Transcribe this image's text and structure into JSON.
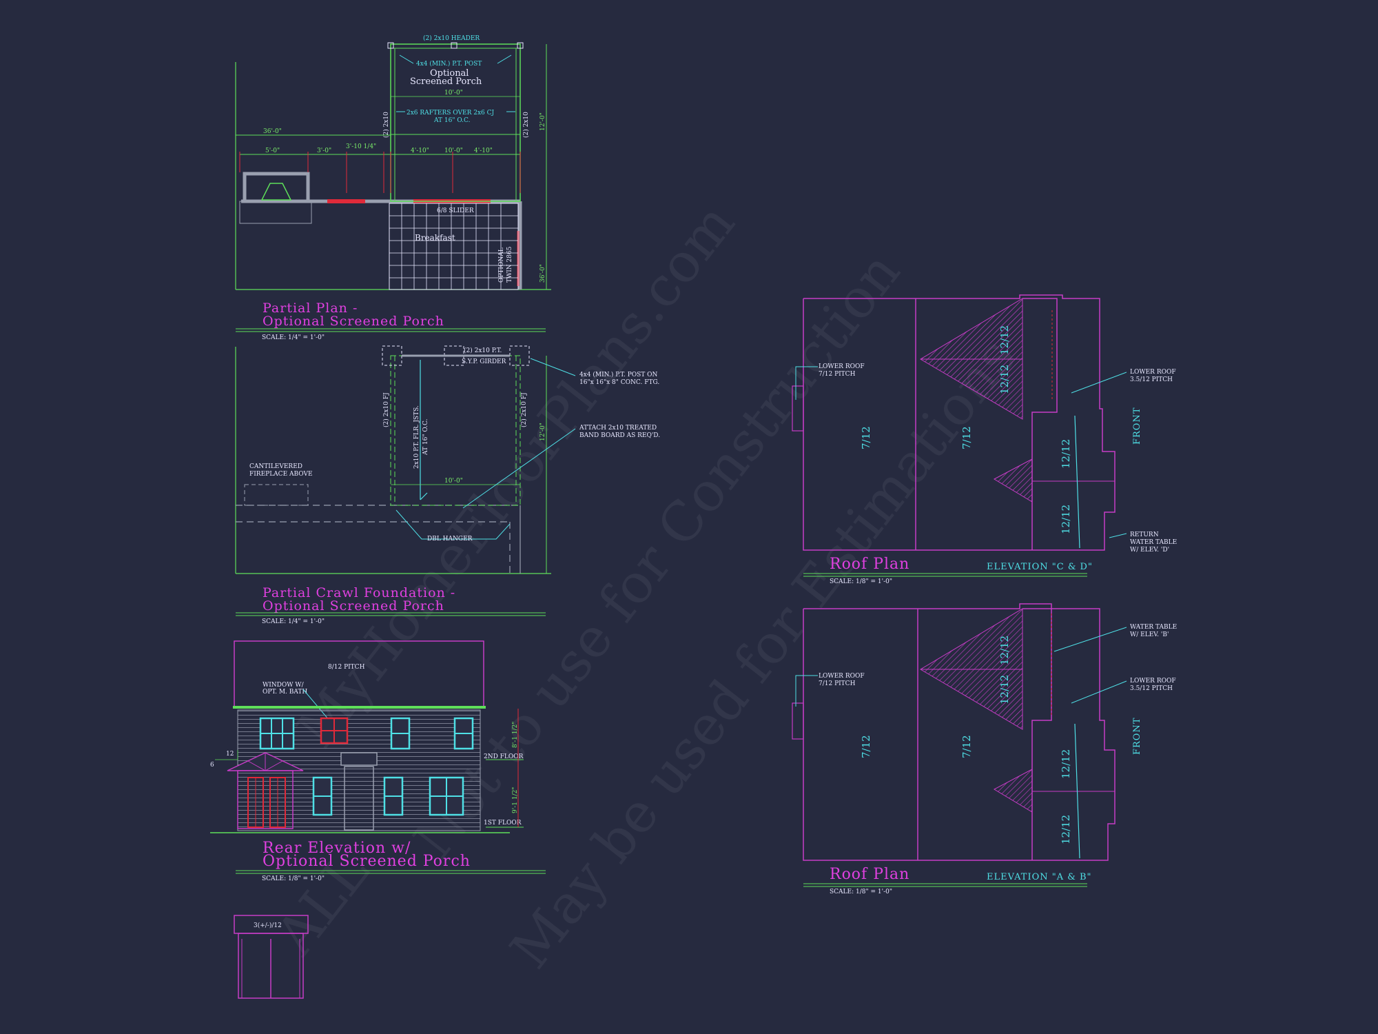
{
  "watermark": {
    "line1": "MyHomeFloorPlans.com",
    "line2": "Not to use for Construction",
    "line3": "May be used for Estimations",
    "line4": "ALL"
  },
  "partial_plan": {
    "title_line1": "Partial Plan -",
    "title_line2": "Optional Screened Porch",
    "scale": "SCALE: 1/4\" = 1'-0\"",
    "header_label": "(2) 2x10 HEADER",
    "post_label": "4x4 (MIN.) P.T. POST",
    "porch_label_line1": "Optional",
    "porch_label_line2": "Screened Porch",
    "rafters_line1": "2x6 RAFTERS OVER 2x6 CJ",
    "rafters_line2": "AT 16\" O.C.",
    "room_label": "Breakfast",
    "slider_label": "6/8 SLIDER",
    "optional_label": "OPTIONAL",
    "twin_label": "TWIN 2865",
    "side_beam_left": "(2) 2x10",
    "side_beam_right": "(2) 2x10",
    "dims": {
      "overall": "36'-0\"",
      "d1": "5'-0\"",
      "d2": "3'-0\"",
      "d3": "3'-10 1/4\"",
      "d4": "4'-10\"",
      "d5": "10'-0\"",
      "d6": "4'-10\"",
      "porch_width": "10'-0\"",
      "porch_depth": "12'-0\"",
      "house_depth": "36'-0\""
    }
  },
  "crawl_plan": {
    "title_line1": "Partial Crawl Foundation -",
    "title_line2": "Optional Screened Porch",
    "scale": "SCALE: 1/4\" = 1'-0\"",
    "girder_line1": "(2) 2x10 P.T.",
    "girder_line2": "S.Y.P. GIRDER",
    "post_note_line1": "4x4 (MIN.) P.T. POST ON",
    "post_note_line2": "16\"x 16\"x 8\" CONC. FTG.",
    "band_note_line1": "ATTACH 2x10 TREATED",
    "band_note_line2": "BAND BOARD AS REQ'D.",
    "joists_line1": "2x10 P.T. FLR. JSTS.",
    "joists_line2": "AT 16\" O.C.",
    "fj_left": "(2) 2x10 FJ",
    "fj_right": "(2) 2x10 FJ",
    "fireplace_line1": "CANTILEVERED",
    "fireplace_line2": "FIREPLACE ABOVE",
    "hanger_label": "DBL HANGER",
    "porch_width": "10'-0\"",
    "porch_depth": "12'-0\""
  },
  "rear_elevation": {
    "title_line1": "Rear Elevation w/",
    "title_line2": "Optional Screened Porch",
    "scale": "SCALE: 1/8\" = 1'-0\"",
    "roof_pitch": "8/12 PITCH",
    "window_note_line1": "WINDOW W/",
    "window_note_line2": "OPT. M. BATH",
    "porch_pitch_run": "12",
    "porch_pitch_rise": "6",
    "floor2": "2ND FLOOR",
    "floor1": "1ST FLOOR",
    "height_upper": "8'-1 1/2\"",
    "height_lower": "9'-1 1/2\""
  },
  "porch_detail": {
    "pitch": "3(+/-)/12"
  },
  "roof_plan_cd": {
    "title": "Roof Plan",
    "elevation": "ELEVATION \"C & D\"",
    "scale": "SCALE: 1/8\" = 1'-0\"",
    "note_left_line1": "LOWER ROOF",
    "note_left_line2": "7/12 PITCH",
    "note_right_line1": "LOWER ROOF",
    "note_right_line2": "3.5/12 PITCH",
    "return_line1": "RETURN",
    "return_line2": "WATER TABLE",
    "return_line3": "W/ ELEV. 'D'",
    "front": "FRONT",
    "pitch_a": "7/12",
    "pitch_b": "7/12",
    "pitch_c": "12/12",
    "pitch_d": "12/12",
    "pitch_e": "12/12",
    "pitch_f": "12/12"
  },
  "roof_plan_ab": {
    "title": "Roof Plan",
    "elevation": "ELEVATION \"A & B\"",
    "scale": "SCALE: 1/8\" = 1'-0\"",
    "note_left_line1": "LOWER ROOF",
    "note_left_line2": "7/12 PITCH",
    "note_right_line1": "LOWER ROOF",
    "note_right_line2": "3.5/12 PITCH",
    "water_line1": "WATER TABLE",
    "water_line2": "W/ ELEV. 'B'",
    "front": "FRONT",
    "pitch_a": "7/12",
    "pitch_b": "7/12",
    "pitch_c": "12/12",
    "pitch_d": "12/12",
    "pitch_e": "12/12",
    "pitch_f": "12/12"
  },
  "colors": {
    "background": "#262a3f",
    "title": "#e040e0",
    "cyan": "#4fe0e6",
    "green": "#5fe05a",
    "magenta": "#c63cc6",
    "red": "#e02a3a"
  }
}
